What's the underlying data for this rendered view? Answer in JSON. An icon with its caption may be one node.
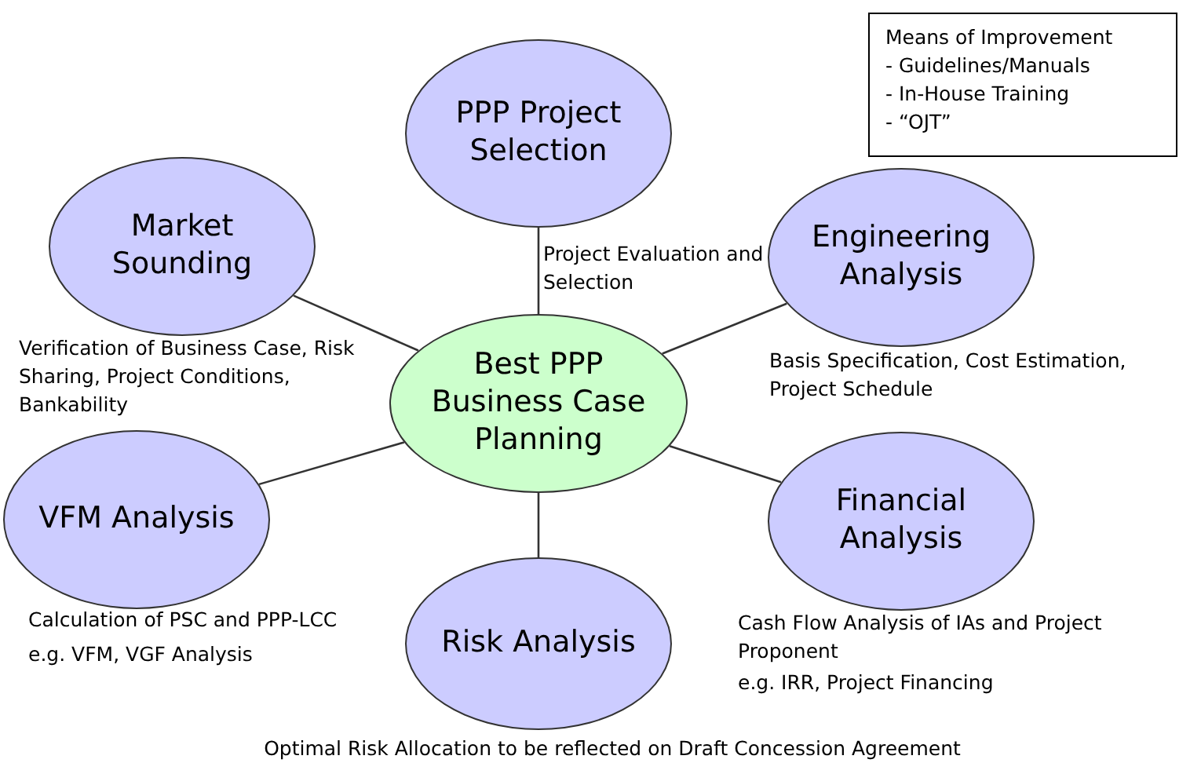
{
  "diagram": {
    "nodes": [
      {
        "text": [
          "PPP Project Selection"
        ],
        "beside": [
          "Project Evaluation and Selection"
        ]
      },
      {
        "text": [
          "Means of Improvement",
          "- Guidelines/Manuals",
          "- In-House Training",
          "- “OJT”"
        ]
      },
      {
        "text": [
          "Market Sounding"
        ],
        "beside": [
          "Verification of Business Case, Risk Sharing, Project Conditions, Bankability"
        ]
      },
      {
        "text": [
          "Engineering Analysis"
        ],
        "beside": [
          "Basis Specification, Cost Estimation, Project Schedule"
        ]
      },
      {
        "text": [
          "Best PPP Business Case Planning"
        ]
      },
      {
        "text": [
          "VFM Analysis"
        ],
        "beside": [
          "Calculation of PSC and PPP-LCC",
          "e.g. VFM, VGF Analysis"
        ]
      },
      {
        "text": [
          "Financial Analysis"
        ],
        "beside": [
          "Cash Flow Analysis of IAs and Project Proponent",
          "e.g. IRR, Project Financing"
        ]
      },
      {
        "text": [
          "Risk Analysis"
        ],
        "beside": [
          "Optimal Risk Allocation to be reflected on Draft Concession Agreement"
        ]
      }
    ],
    "edges": [
      {
        "from": 4,
        "to": 0,
        "arrow": "none"
      },
      {
        "from": 4,
        "to": 2,
        "arrow": "none"
      },
      {
        "from": 4,
        "to": 3,
        "arrow": "none"
      },
      {
        "from": 4,
        "to": 5,
        "arrow": "none"
      },
      {
        "from": 4,
        "to": 6,
        "arrow": "none"
      },
      {
        "from": 4,
        "to": 7,
        "arrow": "none"
      }
    ]
  }
}
